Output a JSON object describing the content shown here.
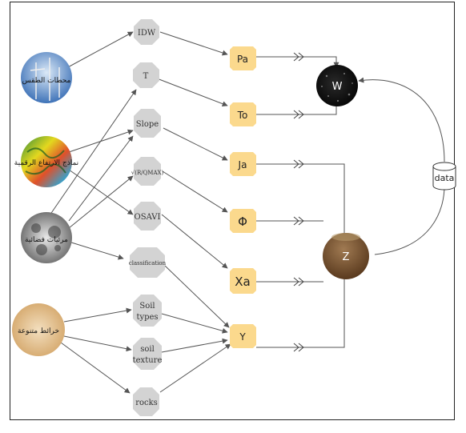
{
  "sources": {
    "rainfall_stations": "محطات الطقس",
    "elevation_model": "نماذج الارتفاع الرقمية",
    "satellite_images": "مرئيات فضائية",
    "various_maps": "خرائط متنوعة"
  },
  "processes": {
    "idw": "IDW",
    "t": "T",
    "slope": "Slope",
    "ratio": "√(R/QMAX)",
    "osavi": "OSAVI",
    "classification": "classification",
    "soil_types_1": "Soil",
    "soil_types_2": "types",
    "soil_texture_1": "soil",
    "soil_texture_2": "texture",
    "rocks": "rocks"
  },
  "factors": {
    "pa": "Pa",
    "to": "To",
    "ja": "Ja",
    "phi": "Φ",
    "xa": "Xa",
    "y": "Y"
  },
  "outputs": {
    "w": "W",
    "z": "Z",
    "data": "data"
  },
  "colors": {
    "factor_box": "#fbd98d",
    "process_node": "#d3d3d3",
    "arrow": "#555555"
  }
}
